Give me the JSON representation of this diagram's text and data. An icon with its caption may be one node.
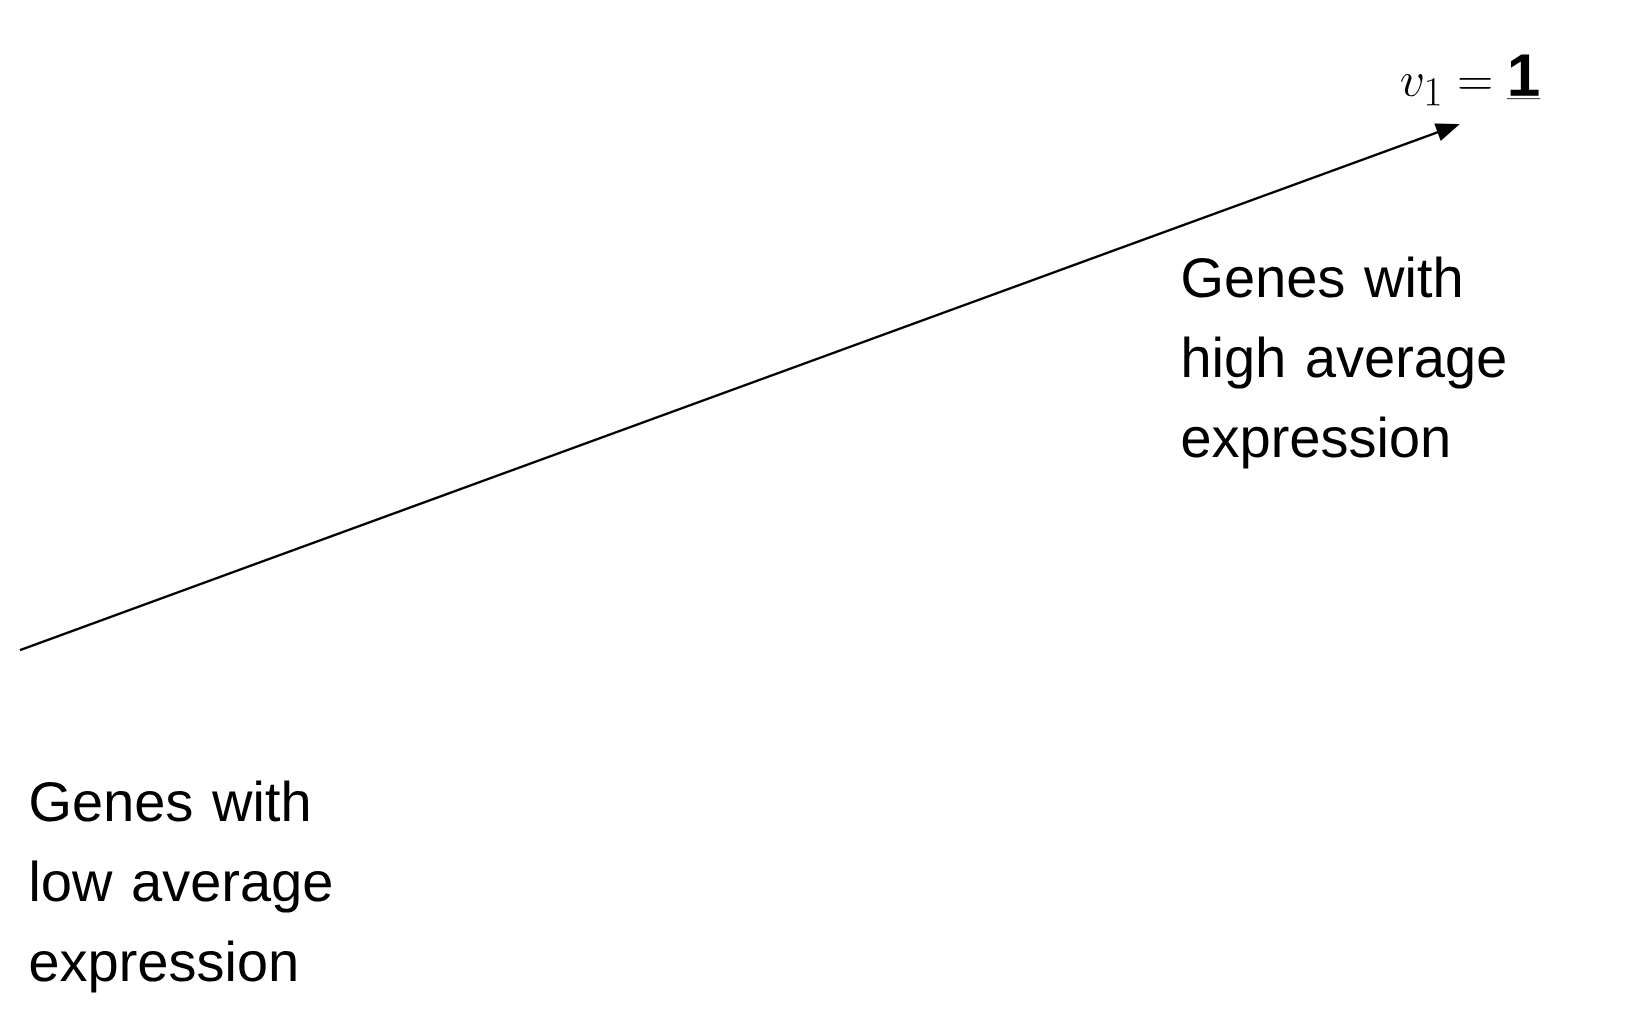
{
  "diagram": {
    "labels": [
      "v_1 = \\underline{\\mathbf{1}}",
      "Genes with high average expression",
      "Genes with low average expression"
    ]
  }
}
